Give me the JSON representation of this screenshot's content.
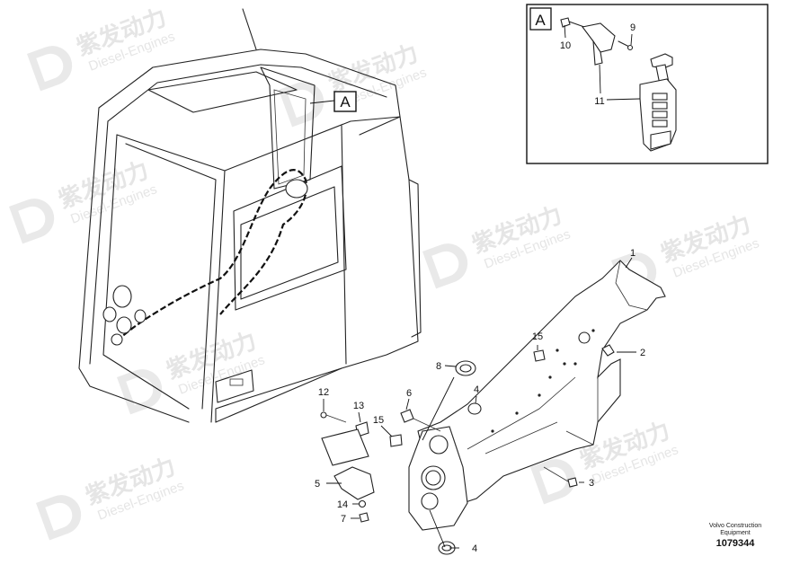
{
  "detail": {
    "label": "A"
  },
  "view_label": "A",
  "callouts": {
    "c1": "1",
    "c2": "2",
    "c3": "3",
    "c4a": "4",
    "c4b": "4",
    "c5": "5",
    "c6": "6",
    "c7": "7",
    "c8": "8",
    "c9": "9",
    "c10": "10",
    "c11": "11",
    "c12": "12",
    "c13": "13",
    "c14": "14",
    "c15a": "15",
    "c15b": "15"
  },
  "watermark": {
    "brand": "紫发动力",
    "sub": "Diesel-Engines"
  },
  "footer": {
    "line1": "Volvo Construction",
    "line2": "Equipment",
    "number": "1079344"
  }
}
